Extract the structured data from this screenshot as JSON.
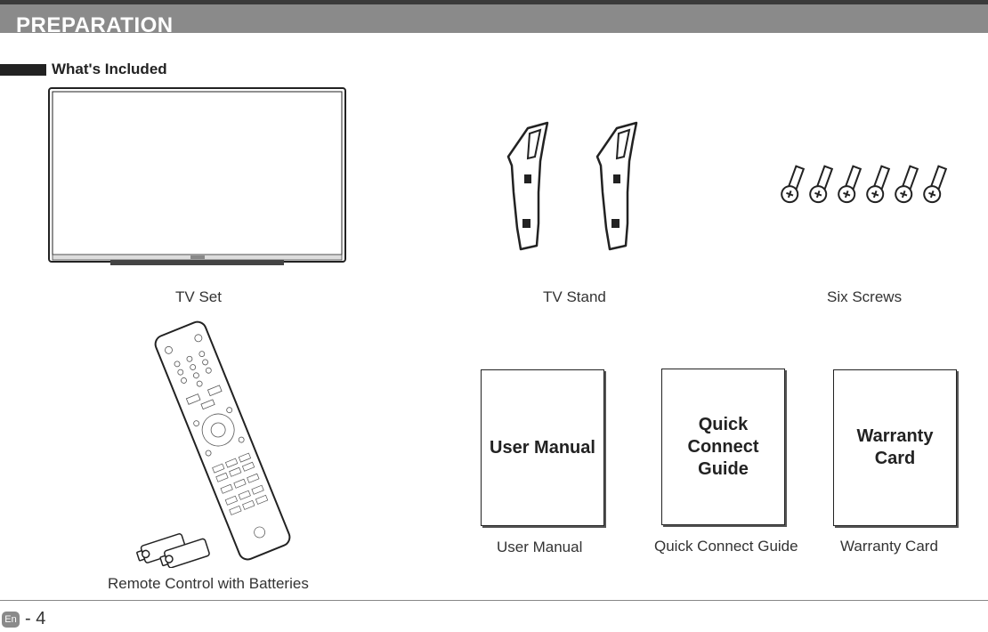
{
  "header": {
    "section_title": "PREPARATION"
  },
  "subheading": "What's Included",
  "items": {
    "tv_set": {
      "caption": "TV Set"
    },
    "tv_stand": {
      "caption": "TV Stand"
    },
    "screws": {
      "caption": "Six Screws"
    },
    "remote": {
      "caption": "Remote Control with Batteries"
    },
    "user_manual": {
      "box_text": "User Manual",
      "caption": "User Manual"
    },
    "quick_guide": {
      "box_line1": "Quick",
      "box_line2": "Connect",
      "box_line3": "Guide",
      "caption": "Quick Connect Guide"
    },
    "warranty": {
      "box_line1": "Warranty",
      "box_line2": "Card",
      "caption": "Warranty Card"
    }
  },
  "footer": {
    "lang": "En",
    "page": "- 4"
  }
}
